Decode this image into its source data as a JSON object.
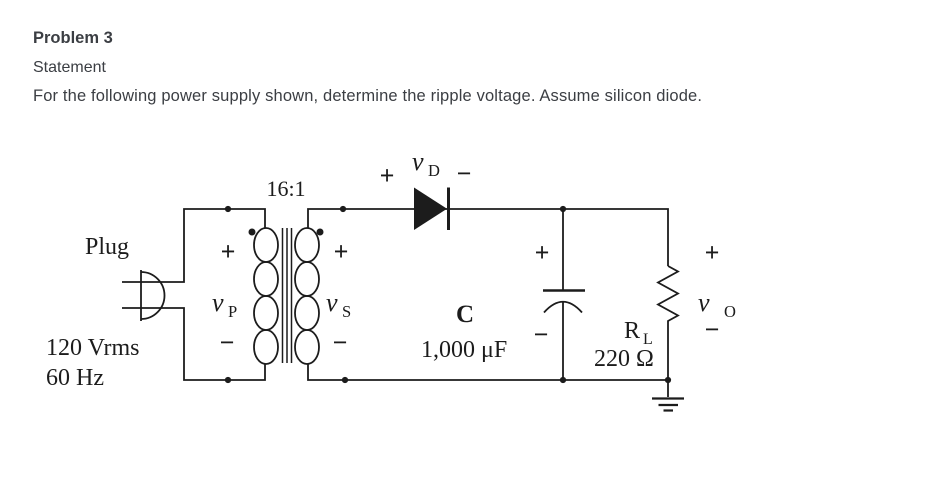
{
  "colors": {
    "ink": "#1c1c1c",
    "heading": "#3b3e43"
  },
  "header": {
    "title": "Problem 3",
    "subtitle": "Statement",
    "description": "For the following power supply shown, determine the ripple voltage. Assume silicon diode."
  },
  "circuit": {
    "plug": {
      "label": "Plug",
      "voltage": "120 Vrms",
      "frequency": "60 Hz"
    },
    "transformer": {
      "ratio": "16:1",
      "primary": {
        "plus": "+",
        "minus": "−",
        "symbol": "v",
        "subscript": "P"
      },
      "secondary": {
        "plus": "+",
        "minus": "−",
        "symbol": "v",
        "subscript": "S"
      }
    },
    "diode": {
      "plus": "+",
      "minus": "−",
      "symbol": "v",
      "subscript": "D"
    },
    "capacitor": {
      "plus": "+",
      "minus": "−",
      "name": "C",
      "value": "1,000 μF"
    },
    "load": {
      "name": "R",
      "subscript": "L",
      "value": "220 Ω"
    },
    "output": {
      "plus": "+",
      "minus": "−",
      "symbol": "v",
      "subscript": "O"
    }
  }
}
